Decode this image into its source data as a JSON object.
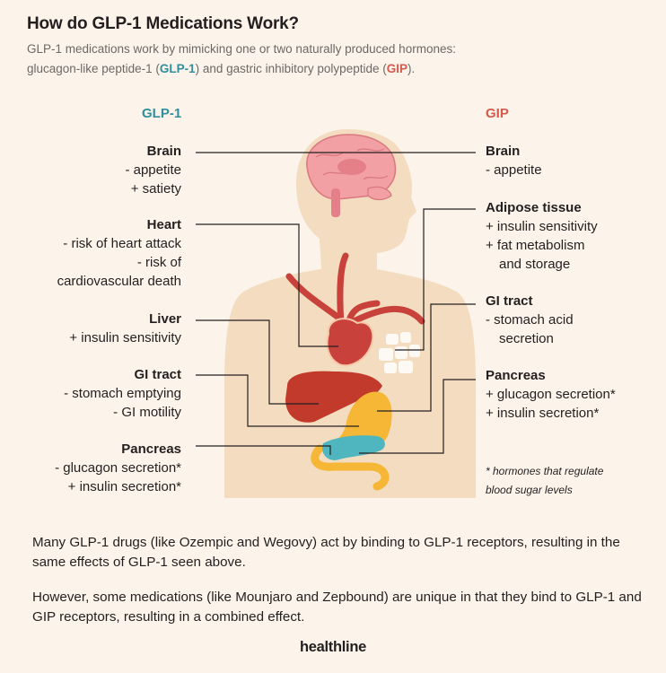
{
  "header": {
    "title": "How do GLP-1 Medications Work?",
    "subtitle_line1": "GLP-1 medications work by mimicking one or two naturally produced hormones:",
    "subtitle_line2_pre": "glucagon-like peptide-1 (",
    "subtitle_glp": "GLP-1",
    "subtitle_line2_mid": ") and gastric inhibitory polypeptide (",
    "subtitle_gip": "GIP",
    "subtitle_line2_post": ")."
  },
  "columns": {
    "glp_title": "GLP-1",
    "gip_title": "GIP"
  },
  "glp": {
    "brain": {
      "heading": "Brain",
      "effects": [
        "- appetite",
        "+ satiety"
      ]
    },
    "heart": {
      "heading": "Heart",
      "effects": [
        "- risk of heart attack",
        "- risk of",
        "cardiovascular death"
      ]
    },
    "liver": {
      "heading": "Liver",
      "effects": [
        "+ insulin sensitivity"
      ]
    },
    "gi": {
      "heading": "GI tract",
      "effects": [
        "- stomach emptying",
        "- GI motility"
      ]
    },
    "pancreas": {
      "heading": "Pancreas",
      "effects": [
        "- glucagon secretion*",
        "+ insulin secretion*"
      ]
    }
  },
  "gip": {
    "brain": {
      "heading": "Brain",
      "effects": [
        "- appetite"
      ]
    },
    "adipose": {
      "heading": "Adipose tissue",
      "effects": [
        "+ insulin sensitivity",
        "+ fat metabolism",
        "and storage"
      ]
    },
    "gi": {
      "heading": "GI tract",
      "effects": [
        "- stomach acid",
        "secretion"
      ]
    },
    "pancreas": {
      "heading": "Pancreas",
      "effects": [
        "+ glucagon secretion*",
        "+ insulin secretion*"
      ]
    }
  },
  "footnote": {
    "line1": "* hormones that regulate",
    "line2": "blood sugar levels"
  },
  "body": {
    "p1": "Many GLP-1 drugs (like Ozempic and Wegovy) act by binding to GLP-1 receptors, resulting in the same effects of GLP-1 seen above.",
    "p2": "However, some medications (like Mounjaro and Zepbound) are unique in that they bind to GLP-1 and GIP receptors, resulting in a combined effect."
  },
  "brand": "healthline",
  "colors": {
    "background": "#fcf3ea",
    "silhouette": "#f3dcbf",
    "glp_accent": "#2f8f9d",
    "gip_accent": "#d45a4c",
    "brain": "#f2a0a4",
    "heart": "#c8413b",
    "liver": "#c23a2c",
    "stomach": "#f5b735",
    "pancreas": "#4fb6bf"
  }
}
